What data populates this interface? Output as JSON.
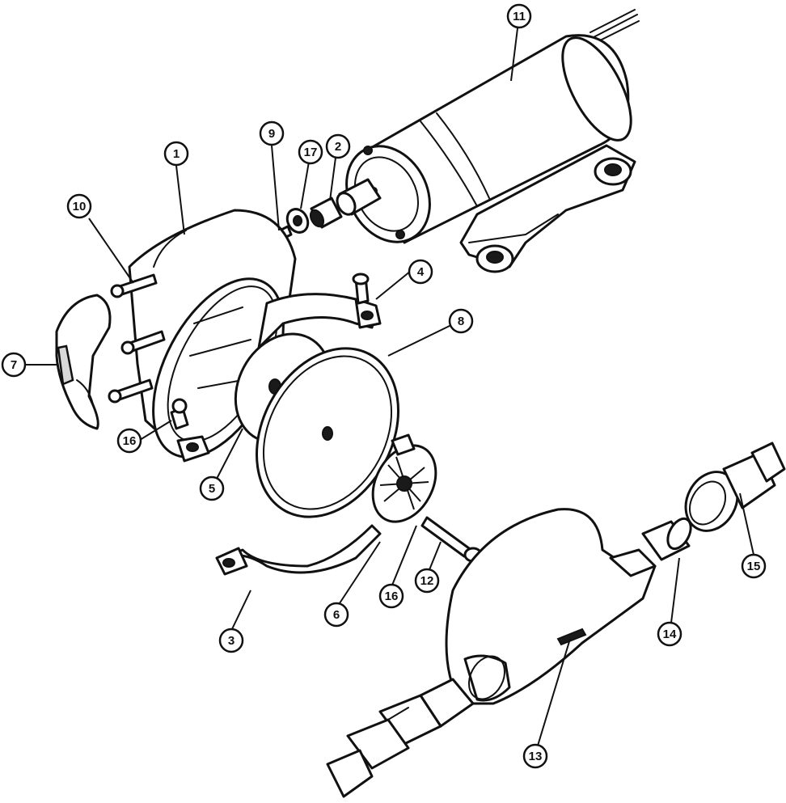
{
  "callouts": [
    {
      "id": "1",
      "label": "1"
    },
    {
      "id": "2",
      "label": "2"
    },
    {
      "id": "3",
      "label": "3"
    },
    {
      "id": "4",
      "label": "4"
    },
    {
      "id": "5",
      "label": "5"
    },
    {
      "id": "6",
      "label": "6"
    },
    {
      "id": "7",
      "label": "7"
    },
    {
      "id": "8",
      "label": "8"
    },
    {
      "id": "9",
      "label": "9"
    },
    {
      "id": "10",
      "label": "10"
    },
    {
      "id": "11",
      "label": "11"
    },
    {
      "id": "12",
      "label": "12"
    },
    {
      "id": "13",
      "label": "13"
    },
    {
      "id": "14",
      "label": "14"
    },
    {
      "id": "15",
      "label": "15"
    },
    {
      "id": "16a",
      "label": "16"
    },
    {
      "id": "16b",
      "label": "16"
    },
    {
      "id": "17",
      "label": "17"
    }
  ]
}
